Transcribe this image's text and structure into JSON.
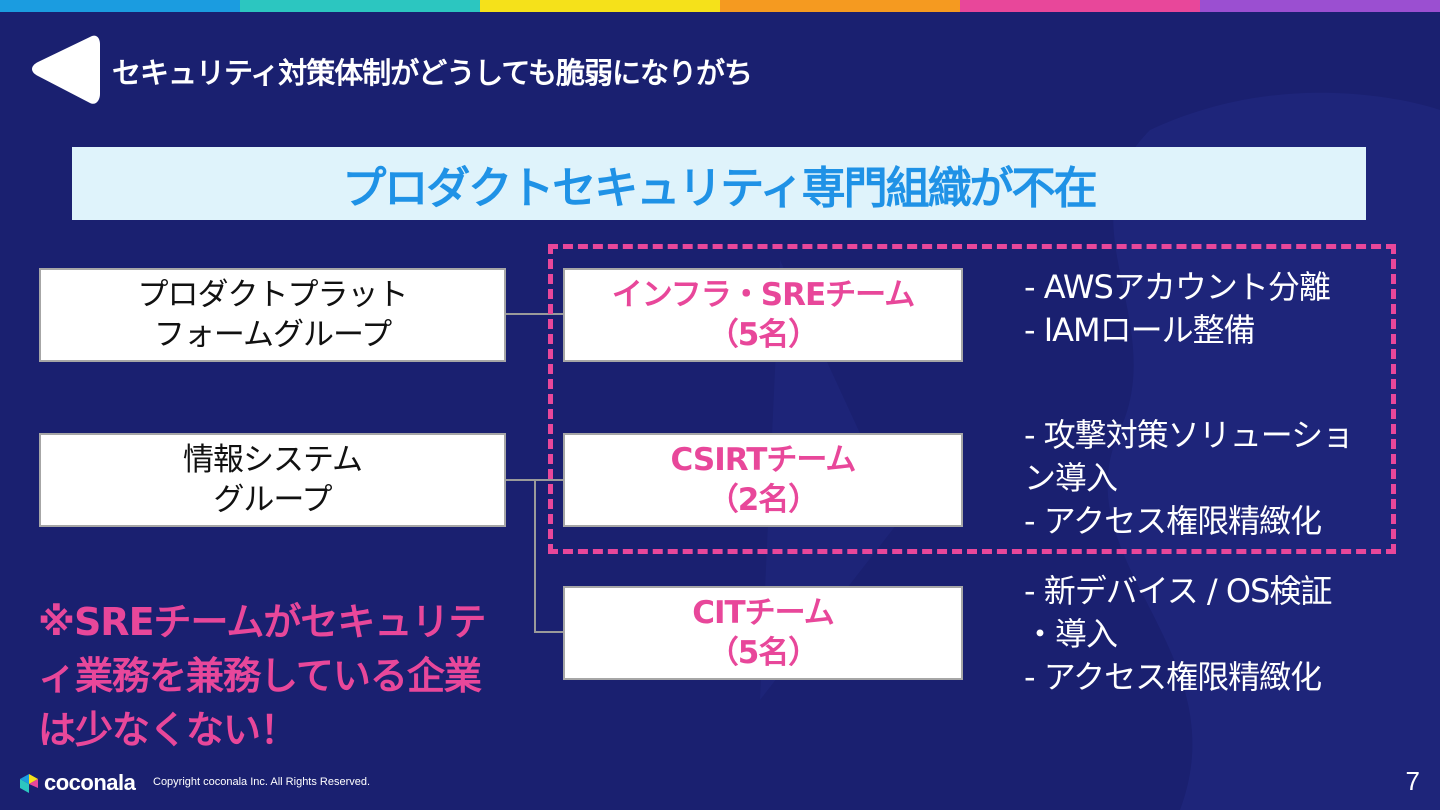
{
  "colors": {
    "background": "#1a2070",
    "accent_pink": "#e8479a",
    "title_blue": "#1f92e6",
    "banner_bg": "#dff3fb",
    "stripe": [
      "#1b9ce0",
      "#2cc6c0",
      "#f5e11a",
      "#f59a20",
      "#e8479a",
      "#9b4fd1"
    ]
  },
  "icons": {
    "header_logo": "white-play-triangle-icon",
    "footer_logo": "coconala-logo-icon"
  },
  "header": {
    "title": "セキュリティ対策体制がどうしても脆弱になりがち"
  },
  "banner": {
    "text": "プロダクトセキュリティ専門組織が不在"
  },
  "groups": [
    {
      "line1": "プロダクトプラット",
      "line2": "フォームグループ"
    },
    {
      "line1": "情報システム",
      "line2": "グループ"
    }
  ],
  "teams": [
    {
      "name": "インフラ・SREチーム",
      "count": "（5名）"
    },
    {
      "name": "CSIRTチーム",
      "count": "（2名）"
    },
    {
      "name": "CITチーム",
      "count": "（5名）"
    }
  ],
  "notes": [
    [
      "- AWSアカウント分離",
      "- IAMロール整備"
    ],
    [
      "- 攻撃対策ソリューショ",
      "ン導入",
      "- アクセス権限精緻化"
    ],
    [
      "- 新デバイス / OS検証",
      "・導入",
      "- アクセス権限精緻化"
    ]
  ],
  "callout": {
    "text": "※SREチームがセキュリティ業務を兼務している企業は少なくない！"
  },
  "footer": {
    "brand": "coconala",
    "copyright": "Copyright coconala Inc. All Rights Reserved.",
    "page_number": "7"
  }
}
